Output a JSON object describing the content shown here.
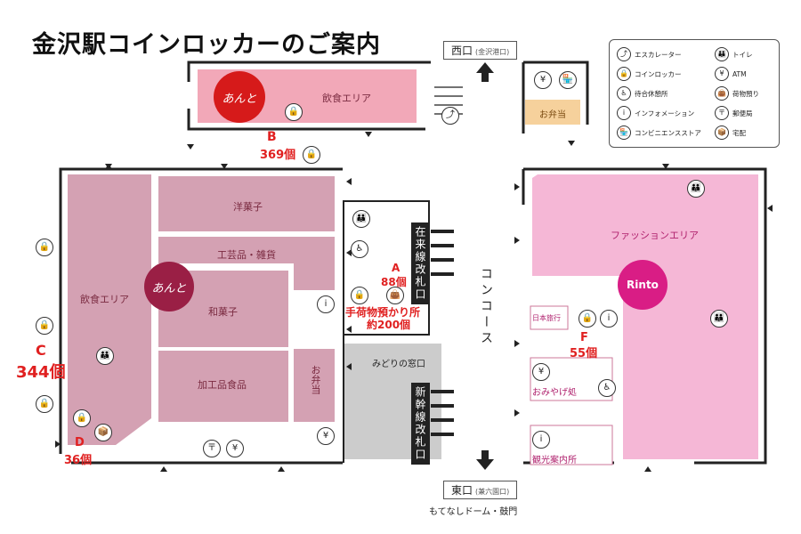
{
  "title": "金沢駅コインロッカーのご案内",
  "gates": {
    "west": {
      "label": "西口",
      "sub": "(金沢港口)"
    },
    "east": {
      "label": "東口",
      "sub": "(兼六園口)"
    },
    "east_below": "もてなしドーム・鼓門"
  },
  "concourse": "コンコース",
  "zones": {
    "top_dining": "飲食エリア",
    "top_logo": "あんと",
    "youngashi": "洋菓子",
    "kogei": "工芸品・雑貨",
    "wagashi": "和菓子",
    "kakou": "加工品食品",
    "obento_left": "お弁当",
    "left_dining": "飲食エリア",
    "left_logo": "あんと",
    "obento_right": "お弁当",
    "fashion": "ファッションエリア",
    "rinto": "Rinto",
    "nihon_ryoko": "日本旅行",
    "omiyage": "おみやげ処",
    "kanko": "観光案内所",
    "midori": "みどりの窓口",
    "zairai_gate": "在来線改札口",
    "shinkansen_gate": "新幹線改札口"
  },
  "lockers": {
    "A": {
      "letter": "A",
      "count": "88個",
      "extra1": "手荷物預かり所",
      "extra2": "約200個"
    },
    "B": {
      "letter": "B",
      "count": "369個"
    },
    "C": {
      "letter": "C",
      "count": "344個"
    },
    "D": {
      "letter": "D",
      "count": "36個"
    },
    "F": {
      "letter": "F",
      "count": "55個"
    }
  },
  "legend": [
    {
      "icon": "escalator-icon",
      "glyph": "⤴",
      "label": "エスカレーター"
    },
    {
      "icon": "toilet-icon",
      "glyph": "👪",
      "label": "トイレ"
    },
    {
      "icon": "coin-locker-icon",
      "glyph": "🔒",
      "label": "コインロッカー"
    },
    {
      "icon": "atm-icon",
      "glyph": "¥",
      "label": "ATM"
    },
    {
      "icon": "waiting-room-icon",
      "glyph": "♿",
      "label": "待合休憩所"
    },
    {
      "icon": "baggage-icon",
      "glyph": "👜",
      "label": "荷物預り"
    },
    {
      "icon": "info-icon",
      "glyph": "i",
      "label": "インフォメーション"
    },
    {
      "icon": "post-office-icon",
      "glyph": "〒",
      "label": "郵便局"
    },
    {
      "icon": "convenience-store-icon",
      "glyph": "🏪",
      "label": "コンビニエンスストア"
    },
    {
      "icon": "delivery-icon",
      "glyph": "📦",
      "label": "宅配"
    }
  ],
  "colors": {
    "rose_zone": "#d4a1b3",
    "light_pink_zone": "#f2a8b8",
    "fashion_zone": "#f5b7d6",
    "obento_zone": "#f6d19c",
    "midori_zone": "#cccccc",
    "anto_logo": "#9a1f45",
    "anto_logo_red": "#d61a1a",
    "rinto_logo": "#d91d85",
    "locker_red": "#e02020"
  }
}
